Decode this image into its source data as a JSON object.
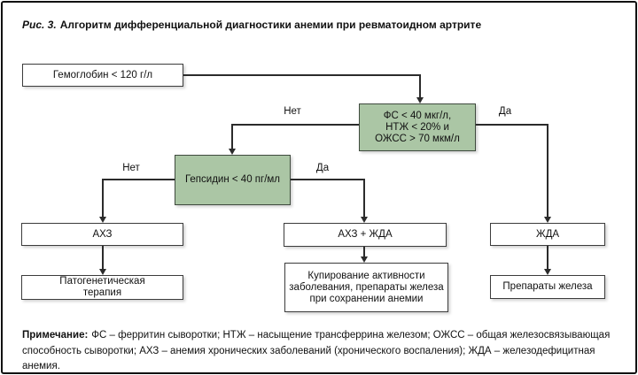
{
  "caption": {
    "prefix": "Рис. 3.",
    "text": "Алгоритм дифференциальной диагностики анемии при ревматоидном артрите"
  },
  "flowchart": {
    "nodes": {
      "hemoglobin": "Гемоглобин < 120 г/л",
      "ferritin_panel": [
        "ФС < 40 мкг/л,",
        "НТЖ < 20% и",
        "ОЖСС > 70 мкм/л"
      ],
      "hepcidin": "Гепсидин < 40 пг/мл",
      "achz": "АХЗ",
      "achz_zhda": "АХЗ + ЖДА",
      "zhda": "ЖДА",
      "pathogenetic_therapy": [
        "Патогенетическая",
        "терапия"
      ],
      "disease_control": [
        "Купирование активности",
        "заболевания, препараты железа",
        "при сохранении анемии"
      ],
      "iron_preparations": "Препараты железа"
    },
    "edge_labels": {
      "ferritin_no": "Нет",
      "ferritin_yes": "Да",
      "hepcidin_no": "Нет",
      "hepcidin_yes": "Да"
    }
  },
  "note": {
    "label": "Примечание:",
    "text": "ФС – ферритин сыворотки; НТЖ – насыщение трансферрина железом; ОЖСС – общая железосвязывающая способность сыворотки; АХЗ – анемия хронических заболеваний (хронического воспаления); ЖДА – железодефицитная анемия."
  },
  "colors": {
    "decision_fill": "#abc6a5",
    "box_border": "#3c3c3c",
    "line": "#2b2b2b",
    "outer_border": "#111111"
  }
}
